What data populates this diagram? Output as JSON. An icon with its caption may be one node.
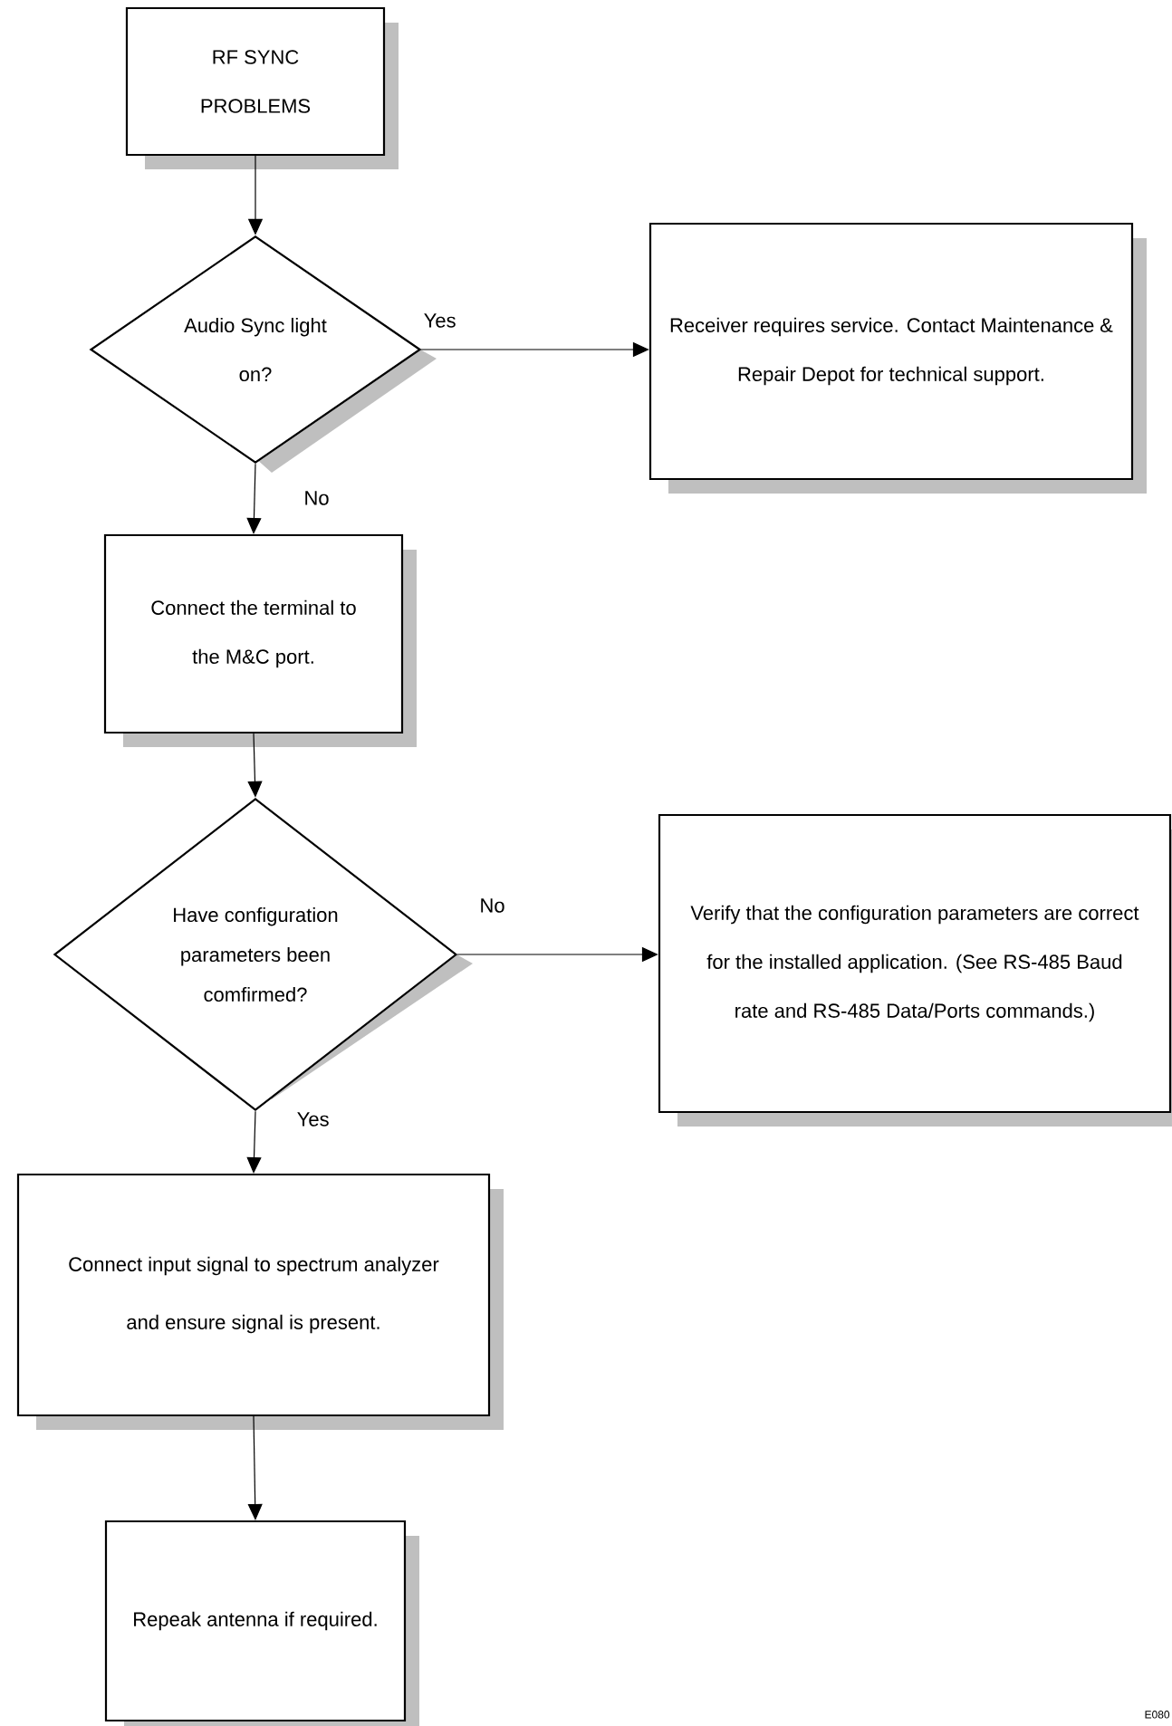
{
  "diagram": {
    "nodes": [
      {
        "text": [
          "RF SYNC PROBLEMS"
        ]
      },
      {
        "text": [
          "Audio Sync light on?"
        ]
      },
      {
        "text": [
          "Receiver requires service. Contact Maintenance & Repair Depot for technical support."
        ]
      },
      {
        "text": [
          "Connect the terminal to the M&C port."
        ]
      },
      {
        "text": [
          "Have configuration parameters been comfirmed?"
        ]
      },
      {
        "text": [
          "Verify that the configuration parameters are correct for the installed application. (See RS-485 Baud rate and RS-485 Data/Ports commands.)"
        ]
      },
      {
        "text": [
          "Connect input signal to spectrum analyzer and ensure signal is present."
        ]
      },
      {
        "text": [
          "Repeak antenna if required."
        ]
      }
    ],
    "edges": [
      {
        "from": 0,
        "to": 1,
        "arrow": "to"
      },
      {
        "from": 1,
        "to": 2,
        "arrow": "to",
        "label": "Yes"
      },
      {
        "from": 1,
        "to": 3,
        "arrow": "to",
        "label": "No"
      },
      {
        "from": 3,
        "to": 4,
        "arrow": "to"
      },
      {
        "from": 4,
        "to": 5,
        "arrow": "to",
        "label": "No"
      },
      {
        "from": 4,
        "to": 6,
        "arrow": "to",
        "label": "Yes"
      },
      {
        "from": 6,
        "to": 7,
        "arrow": "to"
      }
    ],
    "labels": [
      "E080"
    ]
  }
}
